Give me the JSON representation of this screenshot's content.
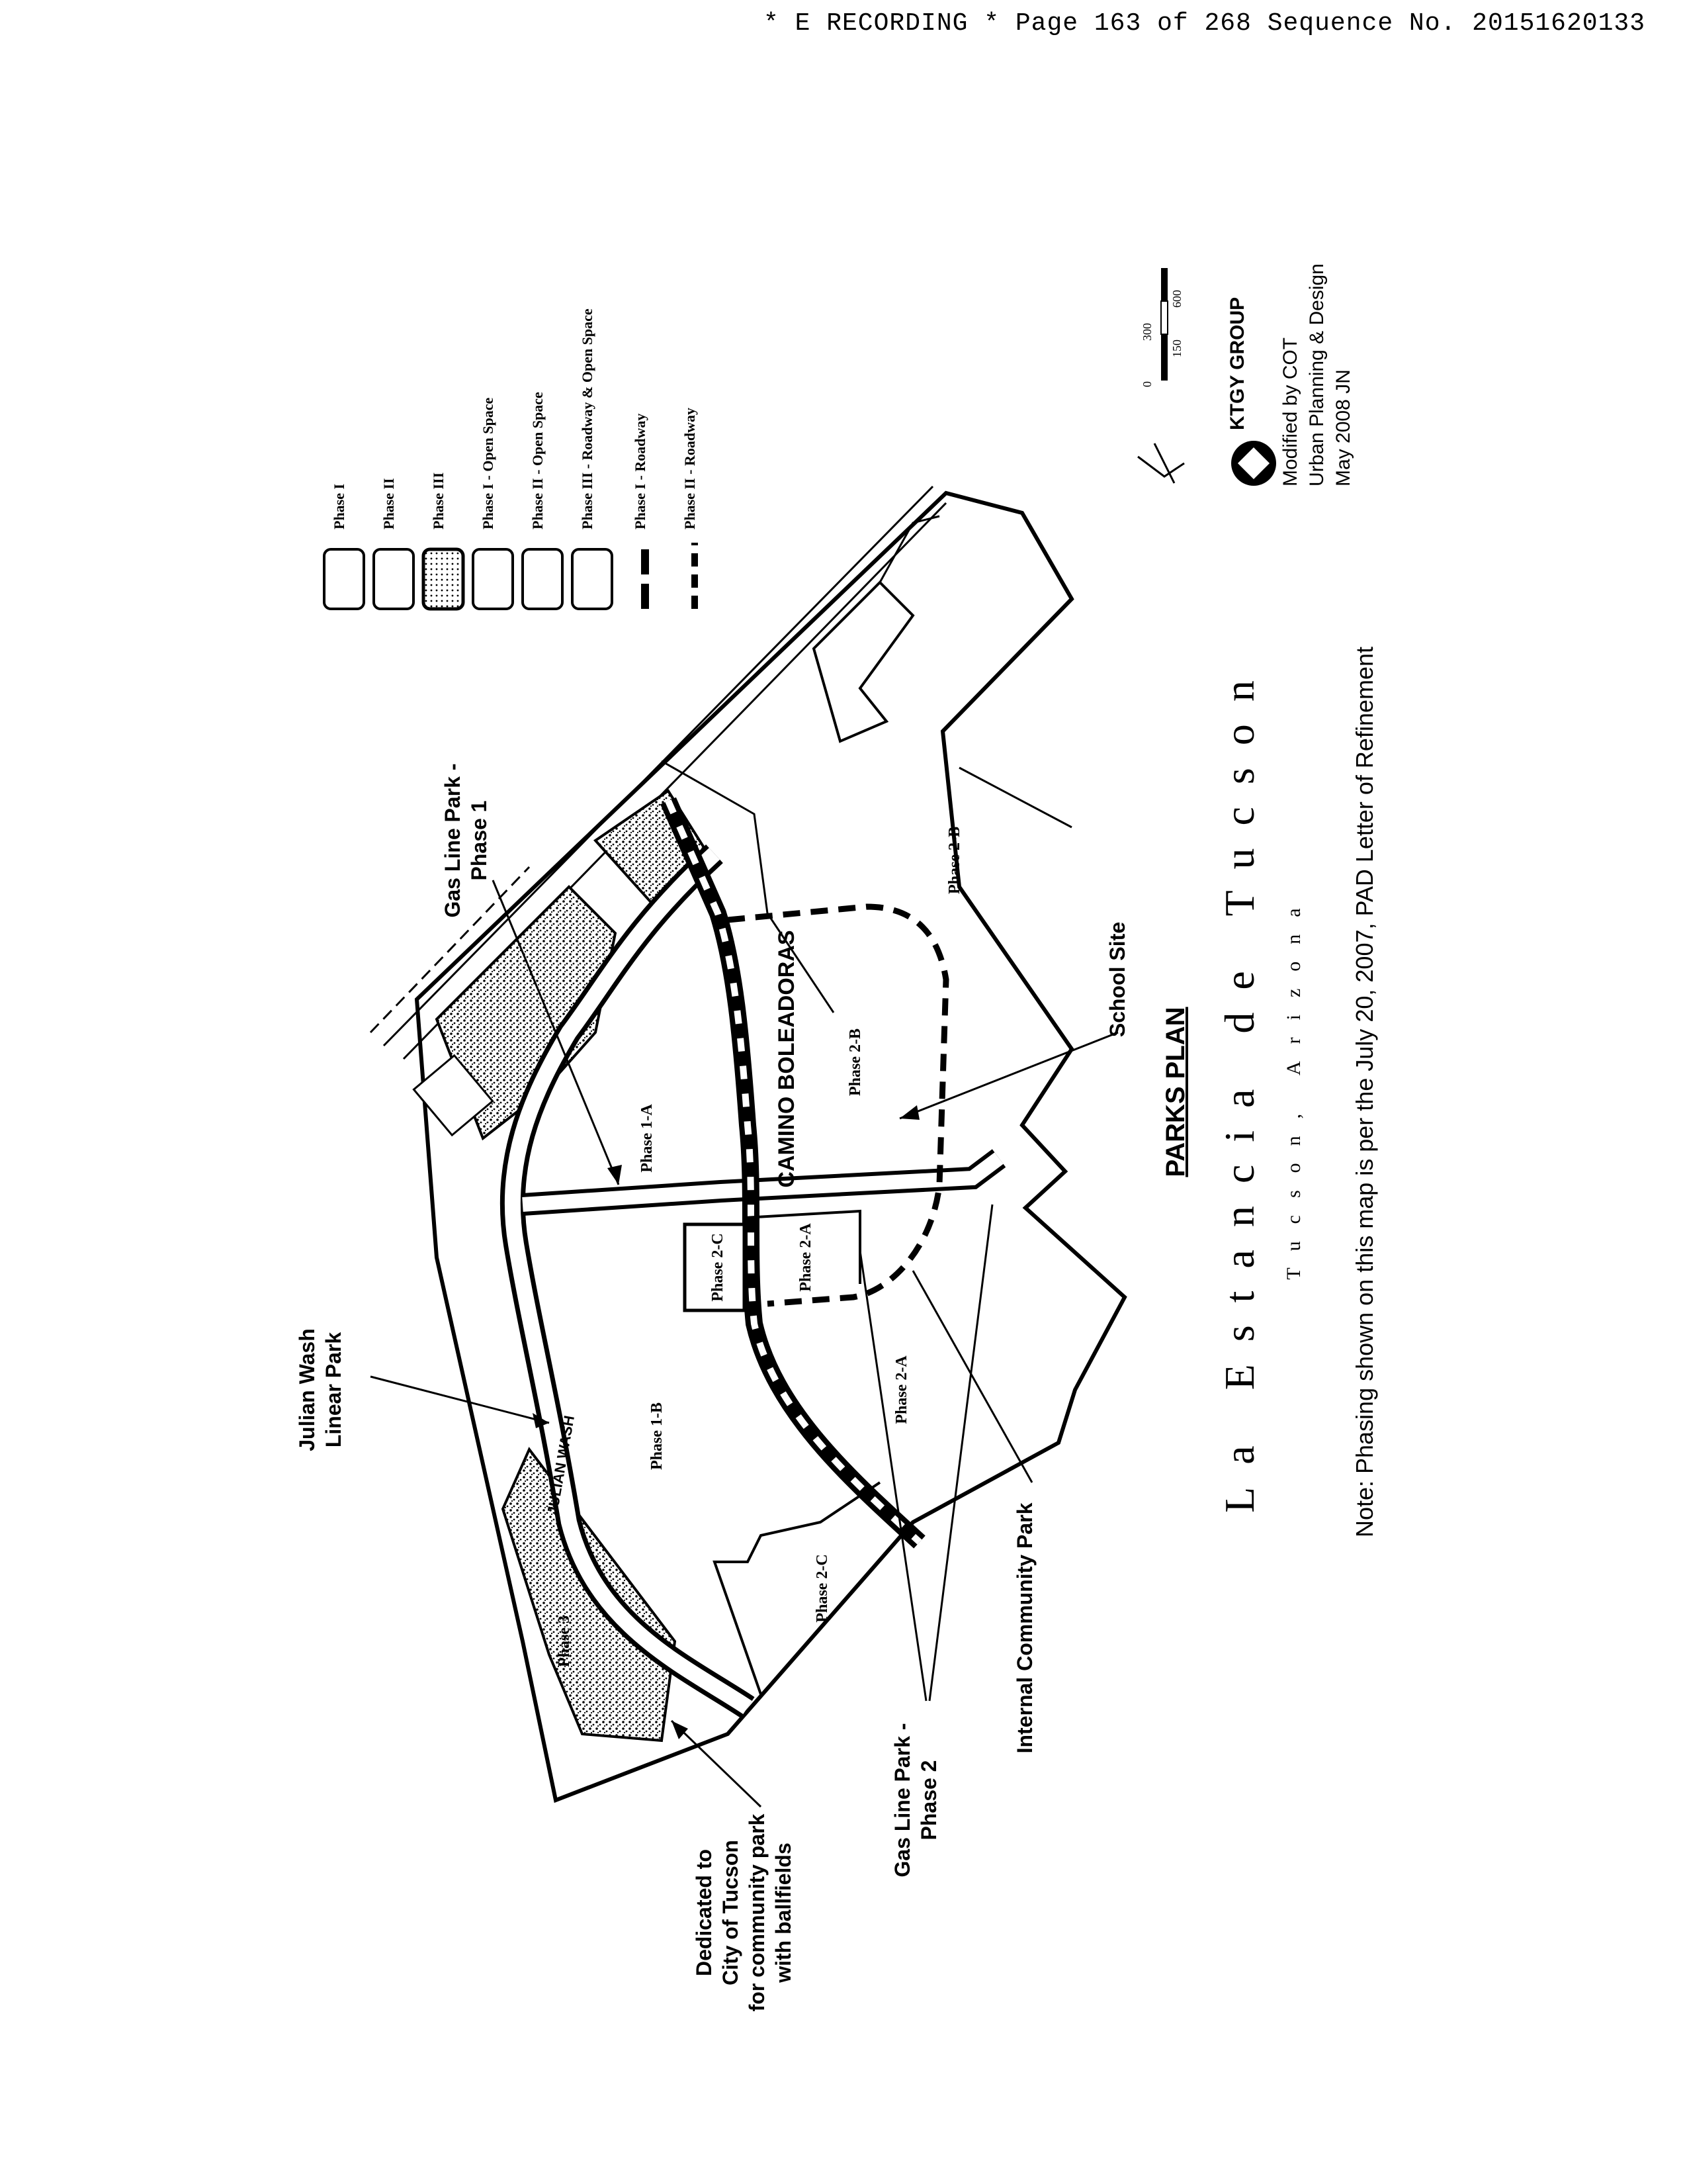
{
  "header": {
    "text": "* E RECORDING * Page 163 of 268 Sequence No. 20151620133"
  },
  "map": {
    "title": "La  Estancia  de  Tucson",
    "subtitle": "Tucson, Arizona",
    "plan_label": "PARKS PLAN",
    "road_label": "CAMINO BOLEADORAS",
    "wash_label": "JULIAN WASH",
    "parcels": {
      "phase_1a": "Phase 1-A",
      "phase_1b": "Phase 1-B",
      "phase_2a_upper": "Phase 2-A",
      "phase_2a_lower": "Phase 2-A",
      "phase_2b_upper": "Phase 2-B",
      "phase_2b_lower": "Phase 2-B",
      "phase_2c_upper": "Phase 2-C",
      "phase_2c_lower": "Phase 2-C",
      "phase_3": "Phase 3"
    },
    "callouts": {
      "julian_wash_line1": "Julian Wash",
      "julian_wash_line2": "Linear Park",
      "gas_line_1_line1": "Gas Line Park -",
      "gas_line_1_line2": "Phase 1",
      "school_site": "School Site",
      "gas_line_2_line1": "Gas Line Park -",
      "gas_line_2_line2": "Phase 2",
      "internal_park": "Internal Community Park",
      "dedicated_line1": "Dedicated to",
      "dedicated_line2": "City of Tucson",
      "dedicated_line3": "for community park",
      "dedicated_line4": "with ballfields"
    },
    "legend": [
      {
        "label": "Phase I",
        "symbol": "box-white"
      },
      {
        "label": "Phase II",
        "symbol": "box-white"
      },
      {
        "label": "Phase III",
        "symbol": "box-dotted"
      },
      {
        "label": "Phase I - Open Space",
        "symbol": "box-white"
      },
      {
        "label": "Phase II - Open Space",
        "symbol": "box-white"
      },
      {
        "label": "Phase III - Roadway & Open Space",
        "symbol": "box-white"
      },
      {
        "label": "Phase I - Roadway",
        "symbol": "dash-long"
      },
      {
        "label": "Phase II - Roadway",
        "symbol": "dash-short"
      }
    ],
    "scale": {
      "ticks": [
        "0",
        "300",
        "150",
        "600"
      ]
    },
    "credits": {
      "firm": "KTGY GROUP",
      "modified_by": "Modified by COT",
      "dept": "Urban Planning & Design",
      "date": "May 2008 JN"
    },
    "note": "Note: Phasing shown on this map is per the July 20, 2007, PAD Letter of Refinement"
  }
}
